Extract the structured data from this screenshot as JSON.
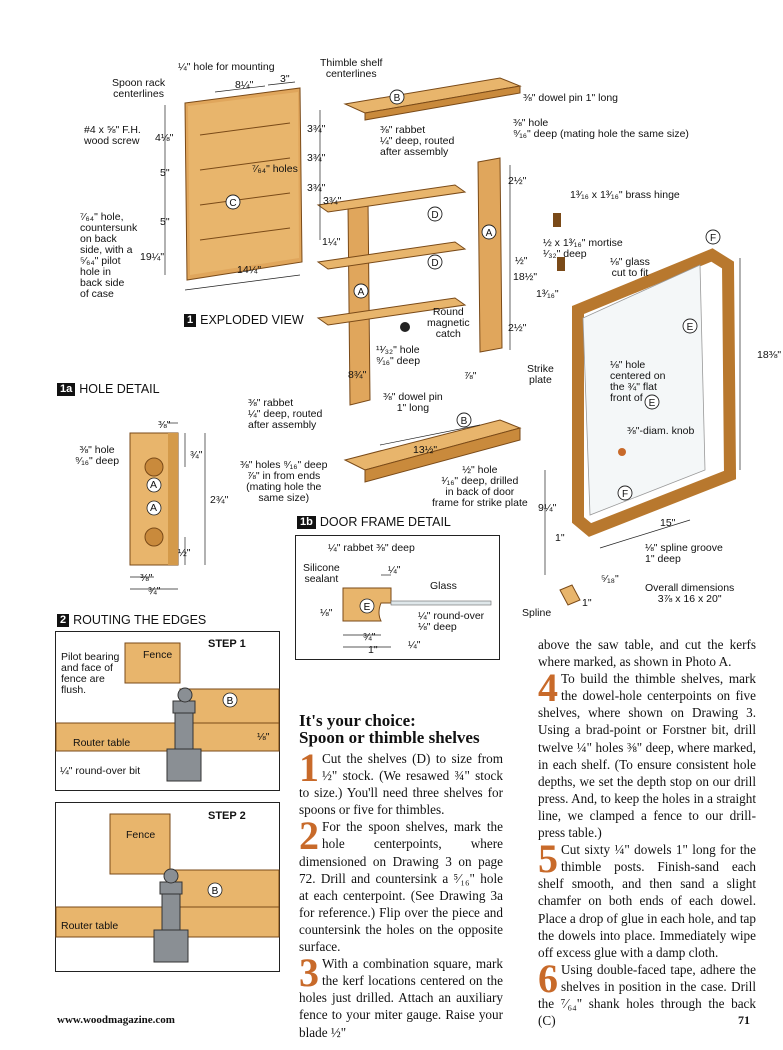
{
  "exploded_view": {
    "number": "1",
    "title": "EXPLODED VIEW",
    "labels": {
      "hole_mounting": "¼\" hole for mounting",
      "thimble_shelf": "Thimble shelf\ncenterlines",
      "spoon_rack": "Spoon rack\ncenterlines",
      "wood_screw": "#4 x ⅝\" F.H.\nwood screw",
      "holes_764": "⁷⁄₆₄\" holes",
      "hole_note": "⁷⁄₆₄\" hole,\ncountersunk\non back\nside, with a\n⁵⁄₆₄\" pilot\nhole in\nback side\nof case",
      "rabbet_top": "⅜\" rabbet\n¼\" deep, routed\nafter assembly",
      "dowel_pin_top": "⅜\" dowel pin 1\" long",
      "hole_top": "⅜\" hole\n⁹⁄₁₆\" deep (mating hole the same size)",
      "brass_hinge": "1³⁄₁₆ x 1³⁄₁₆\" brass hinge",
      "mortise": "½ x 1³⁄₁₆\" mortise\n¹⁄₃₂\" deep",
      "glass": "⅛\" glass\ncut to fit",
      "magnetic_catch": "Round\nmagnetic\ncatch",
      "hole_1132": "¹¹⁄₃₂\" hole\n⁹⁄₁₆\" deep",
      "strike_plate": "Strike\nplate",
      "hole_centered": "⅛\" hole\ncentered on\nthe ¾\" flat\nfront of",
      "rabbet_bottom": "⅜\" rabbet\n¼\" deep, routed\nafter assembly",
      "dowel_pin_bottom": "⅜\" dowel pin\n1\" long",
      "holes_bottom": "⅜\" holes ⁹⁄₁₆\" deep\n⅞\" in from ends\n(mating hole the\nsame size)",
      "half_hole": "½\" hole\n¹⁄₁₆\" deep, drilled\nin back of door\nframe for strike plate",
      "knob": "⅜\"-diam. knob",
      "spline_groove": "⅛\" spline groove\n1\" deep",
      "overall": "Overall dimensions\n3⅞ x 16 x 20\"",
      "spline": "Spline"
    },
    "dims": {
      "d814": "8¼\"",
      "d3": "3\"",
      "d418": "4⅛\"",
      "d5a": "5\"",
      "d5b": "5\"",
      "d1914": "19¼\"",
      "d1414": "14¼\"",
      "d334a": "3¾\"",
      "d334b": "3¾\"",
      "d334c": "3¾\"",
      "d334d": "3¾\"",
      "d114": "1¼\"",
      "d212a": "2½\"",
      "d12": "½\"",
      "d1812": "18½\"",
      "d1316": "1³⁄₁₆\"",
      "d212b": "2½\"",
      "d834": "8¾\"",
      "d78": "⅞\"",
      "d1312": "13½\"",
      "d1838": "18⅜\"",
      "d914": "9¼\"",
      "d15": "15\"",
      "d1": "1\"",
      "d518": "⁵⁄₁₈\"",
      "d1b": "1\""
    },
    "parts": [
      "B",
      "C",
      "D",
      "D",
      "A",
      "A",
      "B",
      "E",
      "E",
      "F",
      "F"
    ]
  },
  "hole_detail": {
    "number": "1a",
    "title": "HOLE DETAIL",
    "label": "⅜\" hole\n⁹⁄₁₆\" deep",
    "dims": [
      "⅜\"",
      "¾\"",
      "2¾\"",
      "½\"",
      "⅜\"",
      "¾\""
    ],
    "parts": [
      "A",
      "A"
    ]
  },
  "door_frame_detail": {
    "number": "1b",
    "title": "DOOR FRAME DETAIL",
    "labels": {
      "rabbet": "¼\" rabbet ⅜\" deep",
      "silicone": "Silicone\nsealant",
      "glass": "Glass",
      "roundover": "¼\" round-over\n⅛\" deep"
    },
    "dims": [
      "¼\"",
      "⅛\"",
      "¾\"",
      "1\"",
      "¼\""
    ],
    "part": "E"
  },
  "routing": {
    "number": "2",
    "title": "ROUTING THE EDGES",
    "step1": {
      "title": "STEP 1",
      "pilot": "Pilot bearing\nand face of\nfence are\nflush.",
      "fence": "Fence",
      "router_table": "Router table",
      "bit": "¼\" round-over bit",
      "dim": "⅛\"",
      "part": "B"
    },
    "step2": {
      "title": "STEP 2",
      "fence": "Fence",
      "router_table": "Router table",
      "part": "B"
    }
  },
  "article": {
    "heading_line1": "It's your choice:",
    "heading_line2": "Spoon or thimble shelves",
    "col1": [
      {
        "n": "1",
        "text": "Cut the shelves (D) to size from ½\" stock. (We resawed ¾\" stock to size.) You'll need three shelves for spoons or five for thimbles."
      },
      {
        "n": "2",
        "text": "For the spoon shelves, mark the hole centerpoints, where dimensioned on Drawing 3 on page 72. Drill and countersink a ⁵⁄₁₆\" hole at each centerpoint. (See Drawing 3a for reference.) Flip over the piece and countersink the holes on the opposite surface."
      },
      {
        "n": "3",
        "text": "With a combination square, mark the kerf locations centered on the holes just drilled. Attach an auxiliary fence to your miter gauge. Raise your blade ½\""
      }
    ],
    "col2_intro": "above the saw table, and cut the kerfs where marked, as shown in Photo A.",
    "col2": [
      {
        "n": "4",
        "text": "To build the thimble shelves, mark the dowel-hole centerpoints on five shelves, where shown on Drawing 3. Using a brad-point or Forstner bit, drill twelve ¼\" holes ⅜\" deep, where marked, in each shelf. (To ensure consistent hole depths, we set the depth stop on our drill press. And, to keep the holes in a straight line, we clamped a fence to our drill-press table.)"
      },
      {
        "n": "5",
        "text": "Cut sixty ¼\" dowels 1\" long for the thimble posts. Finish-sand each shelf smooth, and then sand a slight chamfer on both ends of each dowel. Place a drop of glue in each hole, and tap the dowels into place. Immediately wipe off excess glue with a damp cloth."
      },
      {
        "n": "6",
        "text": "Using double-faced tape, adhere the shelves in position in the case. Drill the ⁷⁄₆₄\" shank holes through the back (C)"
      }
    ]
  },
  "footer": {
    "site": "www.woodmagazine.com",
    "page": "71"
  },
  "colors": {
    "wood_light": "#e8b56c",
    "wood_mid": "#d49a4a",
    "wood_dark": "#b8782e",
    "accent": "#c86a2a",
    "router_gray": "#8a8f94"
  }
}
